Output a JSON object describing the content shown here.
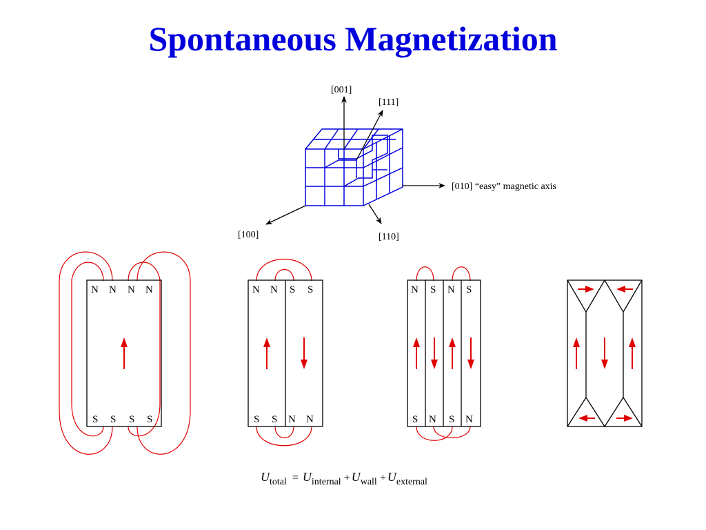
{
  "title": "Spontaneous Magnetization",
  "colors": {
    "title": "#0000dd",
    "lattice": "#0000dd",
    "field_lines": "#e00000",
    "magnetization_arrows": "#e00000"
  },
  "crystal_axes": {
    "axis_001": "[001]",
    "axis_111": "[111]",
    "axis_010": "[010] “easy” magnetic axis",
    "axis_100": "[100]",
    "axis_110": "[110]"
  },
  "domains": [
    {
      "top_poles": [
        "N",
        "N",
        "N",
        "N"
      ],
      "bottom_poles": [
        "S",
        "S",
        "S",
        "S"
      ],
      "moments": [
        "up"
      ]
    },
    {
      "top_poles": [
        "N",
        "N",
        "S",
        "S"
      ],
      "bottom_poles": [
        "S",
        "S",
        "N",
        "N"
      ],
      "moments": [
        "up",
        "down"
      ]
    },
    {
      "top_poles": [
        "N",
        "S",
        "N",
        "S"
      ],
      "bottom_poles": [
        "S",
        "N",
        "S",
        "N"
      ],
      "moments": [
        "up",
        "down",
        "up",
        "down"
      ]
    },
    {
      "top_poles": [],
      "bottom_poles": [],
      "moments": [
        "up",
        "down",
        "up"
      ],
      "closure_moments": [
        "right",
        "left",
        "left",
        "right"
      ]
    }
  ],
  "equation": {
    "lhs": "U",
    "lhs_sub": "total",
    "equals": "=",
    "t1": "U",
    "t1_sub": "internal",
    "plus1": "+",
    "t2": "U",
    "t2_sub": "wall",
    "plus2": "+",
    "t3": "U",
    "t3_sub": "external"
  }
}
